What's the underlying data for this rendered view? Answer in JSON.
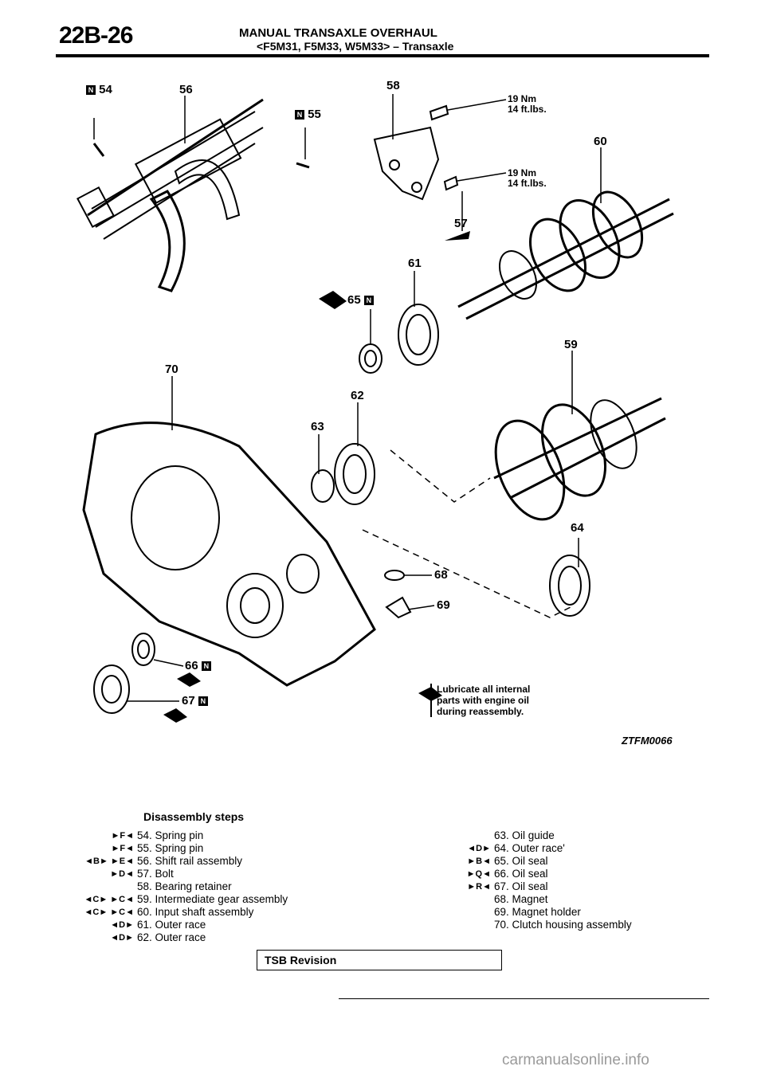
{
  "header": {
    "page_number": "22B-26",
    "title": "MANUAL TRANSAXLE OVERHAUL",
    "subtitle": "<F5M31, F5M33, W5M33> – Transaxle"
  },
  "diagram": {
    "callouts": {
      "c54": "54",
      "c56": "56",
      "c55": "55",
      "c58": "58",
      "c60": "60",
      "c57": "57",
      "c61": "61",
      "c65": "65",
      "c59": "59",
      "c70": "70",
      "c62": "62",
      "c63": "63",
      "c64": "64",
      "c68": "68",
      "c69": "69",
      "c66": "66",
      "c67": "67"
    },
    "badge_letter": "N",
    "torque_1": "19 Nm",
    "torque_1b": "14 ft.lbs.",
    "torque_2": "19 Nm",
    "torque_2b": "14 ft.lbs.",
    "lube_note_1": "Lubricate all internal",
    "lube_note_2": "parts with engine oil",
    "lube_note_3": "during reassembly.",
    "figure_code": "ZTFM0066"
  },
  "disassembly": {
    "heading": "Disassembly steps",
    "left": [
      {
        "marks": "►F◄",
        "text": "54. Spring pin"
      },
      {
        "marks": "►F◄",
        "text": "55. Spring pin"
      },
      {
        "marks": "◄B► ►E◄",
        "text": "56. Shift rail assembly"
      },
      {
        "marks": "►D◄",
        "text": "57. Bolt"
      },
      {
        "marks": "",
        "text": "58. Bearing retainer"
      },
      {
        "marks": "◄C► ►C◄",
        "text": "59. Intermediate gear assembly"
      },
      {
        "marks": "◄C► ►C◄",
        "text": "60. Input shaft assembly"
      },
      {
        "marks": "◄D►",
        "text": "61. Outer race"
      },
      {
        "marks": "◄D►",
        "text": "62. Outer race"
      }
    ],
    "right": [
      {
        "marks": "",
        "text": "63. Oil guide"
      },
      {
        "marks": "◄D►",
        "text": "64. Outer race'"
      },
      {
        "marks": "►B◄",
        "text": "65. Oil seal"
      },
      {
        "marks": "►Q◄",
        "text": "66. Oil seal"
      },
      {
        "marks": "►R◄",
        "text": "67. Oil seal"
      },
      {
        "marks": "",
        "text": "68. Magnet"
      },
      {
        "marks": "",
        "text": "69. Magnet holder"
      },
      {
        "marks": "",
        "text": "70. Clutch housing assembly"
      }
    ]
  },
  "footer": {
    "tsb_label": "TSB Revision",
    "watermark": "carmanualsonline.info"
  }
}
